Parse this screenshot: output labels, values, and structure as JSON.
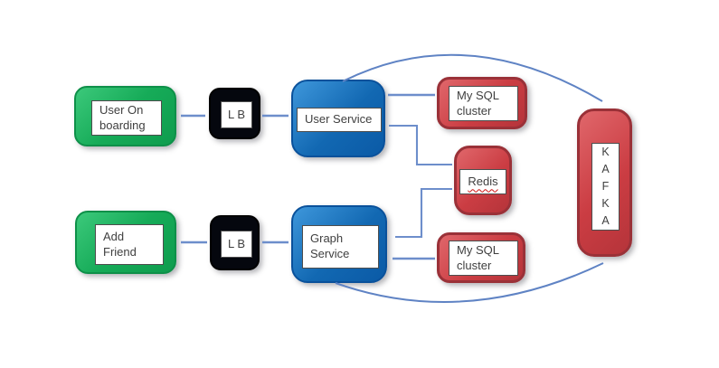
{
  "diagram": {
    "nodes": {
      "user_onboarding": {
        "label": "User On\nboarding",
        "fill": "#16ab58",
        "role": "client-action"
      },
      "lb1": {
        "label": "L B",
        "fill": "#05070e",
        "role": "load-balancer"
      },
      "user_service": {
        "label": "User Service",
        "fill": "#1268b2",
        "role": "service"
      },
      "mysql_top": {
        "label": "My SQL\ncluster",
        "fill": "#cb3d43",
        "role": "database"
      },
      "redis": {
        "label": "Redis",
        "fill": "#cb3d43",
        "role": "cache"
      },
      "kafka": {
        "label": "K\nA\nF\nK\nA",
        "fill": "#cb3d43",
        "role": "message-queue"
      },
      "add_friend": {
        "label": "Add\nFriend",
        "fill": "#16ab58",
        "role": "client-action"
      },
      "lb2": {
        "label": "L B",
        "fill": "#05070e",
        "role": "load-balancer"
      },
      "graph_service": {
        "label": "Graph\nService",
        "fill": "#1268b2",
        "role": "service"
      },
      "mysql_bottom": {
        "label": "My SQL\ncluster",
        "fill": "#cb3d43",
        "role": "database"
      }
    },
    "edges": [
      {
        "from": "user_onboarding",
        "to": "lb1",
        "type": "bidirectional"
      },
      {
        "from": "lb1",
        "to": "user_service",
        "type": "bidirectional"
      },
      {
        "from": "user_service",
        "to": "mysql_top",
        "type": "bidirectional"
      },
      {
        "from": "user_service",
        "to": "redis",
        "type": "bidirectional-elbow"
      },
      {
        "from": "user_service",
        "to": "kafka",
        "type": "bidirectional-curve"
      },
      {
        "from": "add_friend",
        "to": "lb2",
        "type": "bidirectional"
      },
      {
        "from": "lb2",
        "to": "graph_service",
        "type": "bidirectional"
      },
      {
        "from": "graph_service",
        "to": "mysql_bottom",
        "type": "bidirectional"
      },
      {
        "from": "graph_service",
        "to": "redis",
        "type": "bidirectional-elbow"
      },
      {
        "from": "graph_service",
        "to": "kafka",
        "type": "directed-curve"
      }
    ],
    "connector_color": "#6d8ecb"
  }
}
